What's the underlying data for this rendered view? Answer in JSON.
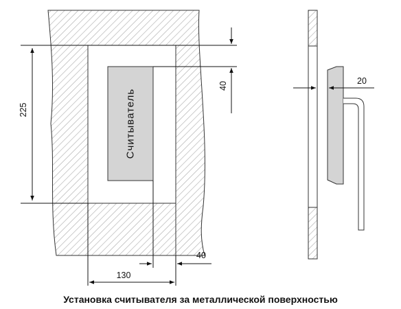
{
  "reader_label": "Считыватель",
  "dimensions": {
    "height_total": "225",
    "top_offset": "40",
    "width_total": "130",
    "right_offset": "40",
    "side_gap": "20"
  },
  "caption": "Установка считывателя за металлической поверхностью",
  "colors": {
    "hatch_line": "#b0b0b0",
    "reader_fill": "#d4d4d4",
    "line": "#222222"
  }
}
